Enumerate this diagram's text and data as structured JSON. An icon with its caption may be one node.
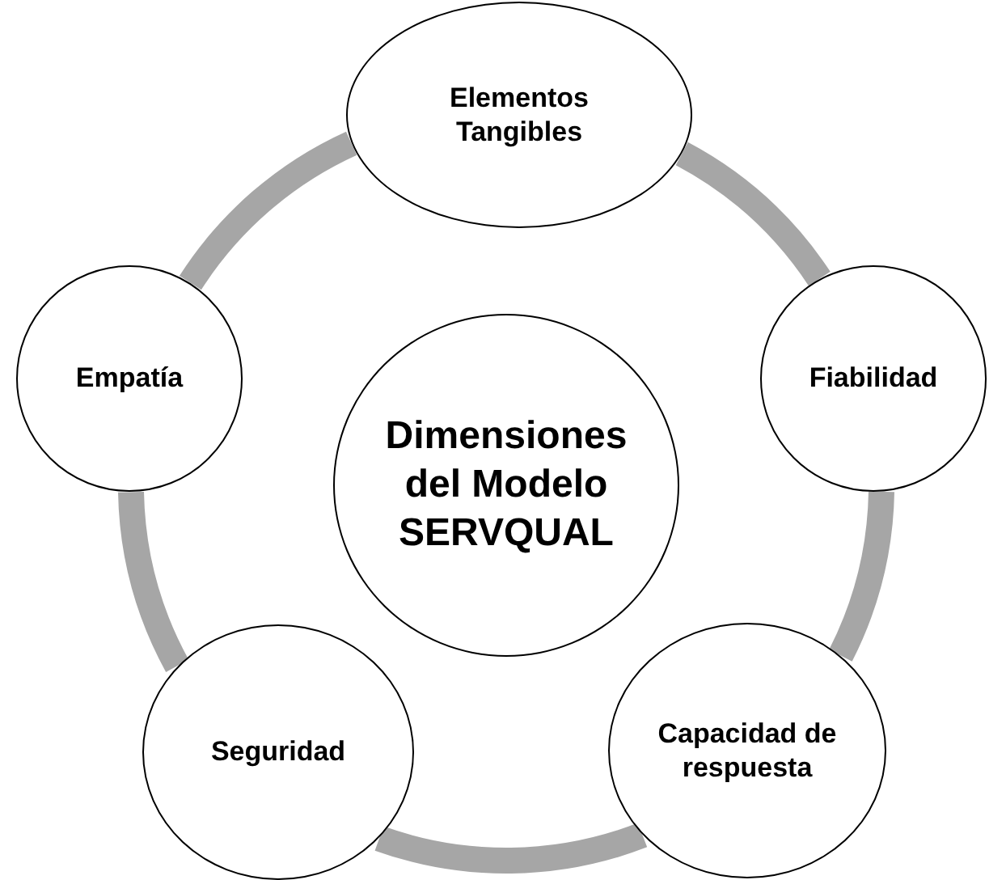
{
  "diagram": {
    "nodes": [
      {
        "text": [
          "Elementos Tangibles"
        ]
      },
      {
        "text": [
          "Empatía"
        ]
      },
      {
        "text": [
          "Dimensiones del Modelo SERVQUAL"
        ]
      },
      {
        "text": [
          "Fiabilidad"
        ]
      },
      {
        "text": [
          "Seguridad"
        ]
      },
      {
        "text": [
          "Capacidad de respuesta"
        ]
      }
    ],
    "edges": [
      {
        "from": 0,
        "to": 3,
        "arrow": "none"
      },
      {
        "from": 3,
        "to": 5,
        "arrow": "none"
      },
      {
        "from": 5,
        "to": 4,
        "arrow": "none"
      },
      {
        "from": 4,
        "to": 1,
        "arrow": "none"
      },
      {
        "from": 1,
        "to": 0,
        "arrow": "none"
      }
    ]
  }
}
